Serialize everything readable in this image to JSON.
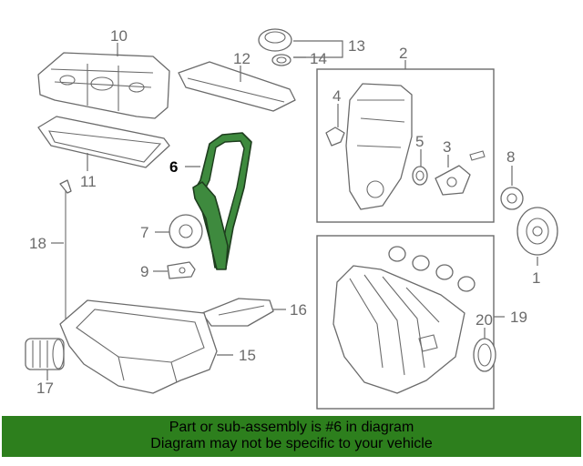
{
  "callouts": {
    "c1": "1",
    "c2": "2",
    "c3": "3",
    "c4": "4",
    "c5": "5",
    "c6": "6",
    "c7": "7",
    "c8": "8",
    "c9": "9",
    "c10": "10",
    "c11": "11",
    "c12": "12",
    "c13": "13",
    "c14": "14",
    "c15": "15",
    "c16": "16",
    "c17": "17",
    "c18": "18",
    "c19": "19",
    "c20": "20"
  },
  "highlight": {
    "part": "6",
    "color": "#2d7f1d"
  },
  "banner": {
    "line1": "Part or sub-assembly is #6 in diagram",
    "line2": "Diagram may not be specific to your vehicle"
  }
}
